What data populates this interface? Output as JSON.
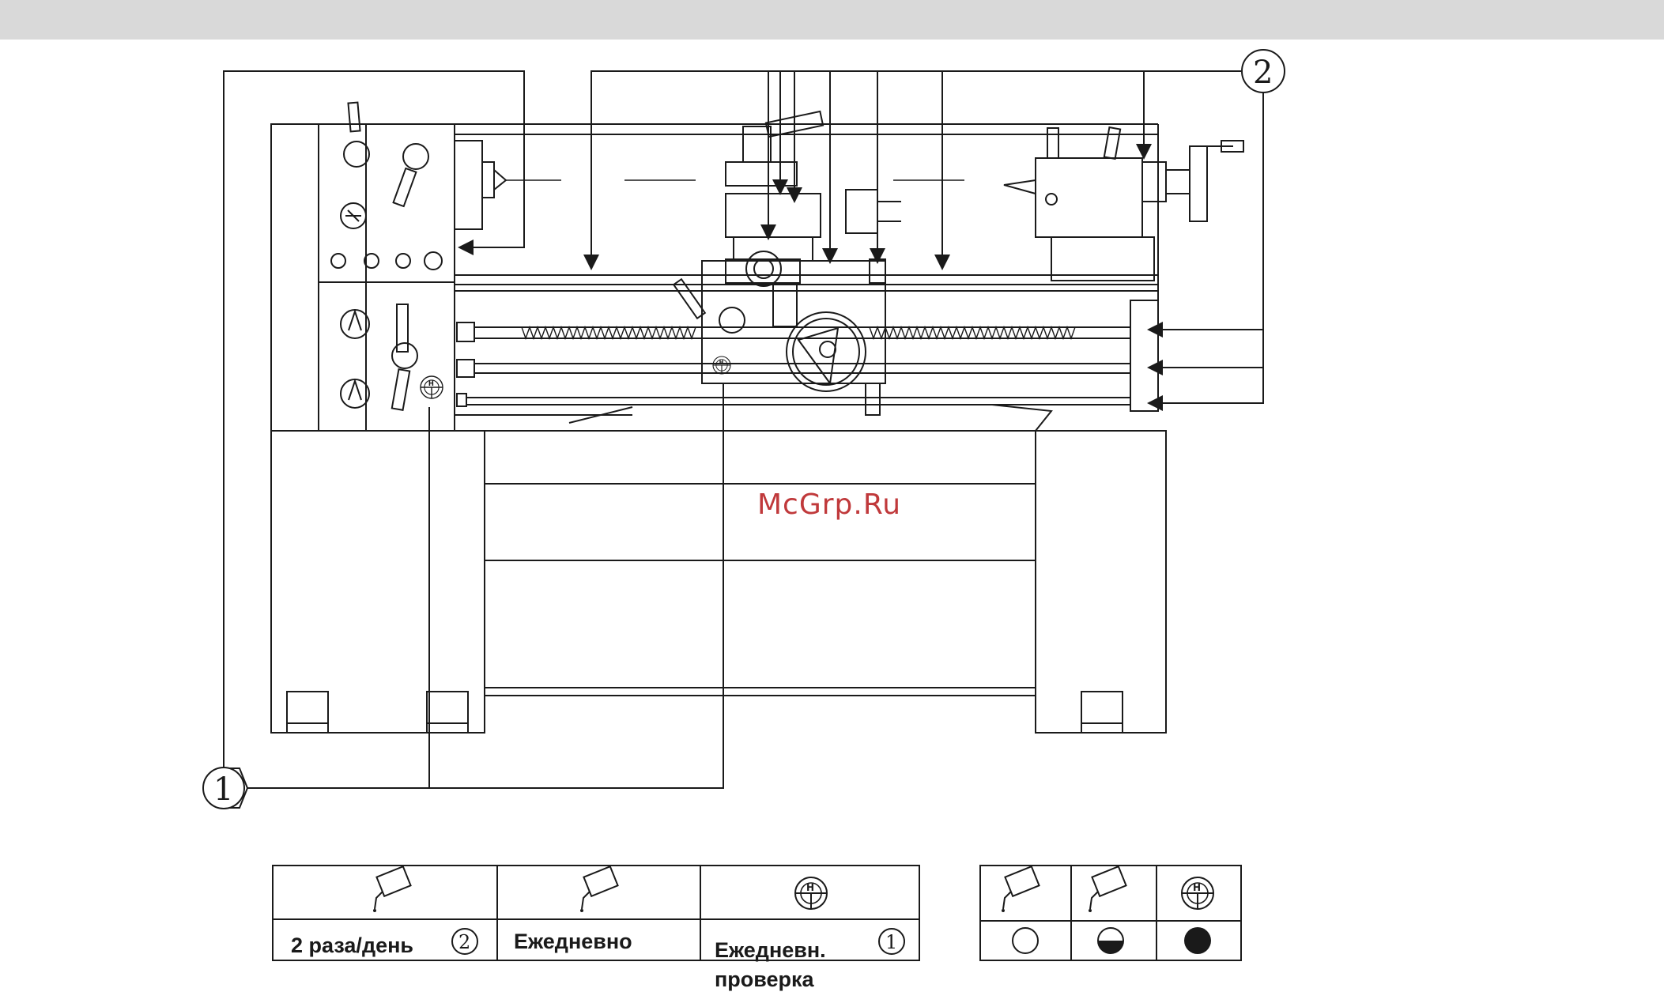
{
  "watermark": "McGrp.Ru",
  "callouts": {
    "one": "1",
    "two": "2"
  },
  "legend": {
    "table1": [
      {
        "icon": "oil-can-icon",
        "text": "2 раза/день",
        "marker": "2"
      },
      {
        "icon": "oil-can-icon",
        "text": "Ежедневно",
        "marker": ""
      },
      {
        "icon": "oil-level-gauge-icon",
        "text": "Ежедневн.",
        "text2": "проверка",
        "marker": "1"
      }
    ],
    "table2": [
      {
        "icon": "oil-can-icon",
        "symbol": "empty-circle-icon"
      },
      {
        "icon": "oil-can-icon",
        "symbol": "half-filled-circle-icon"
      },
      {
        "icon": "oil-level-gauge-icon",
        "symbol": "filled-circle-icon"
      }
    ]
  }
}
